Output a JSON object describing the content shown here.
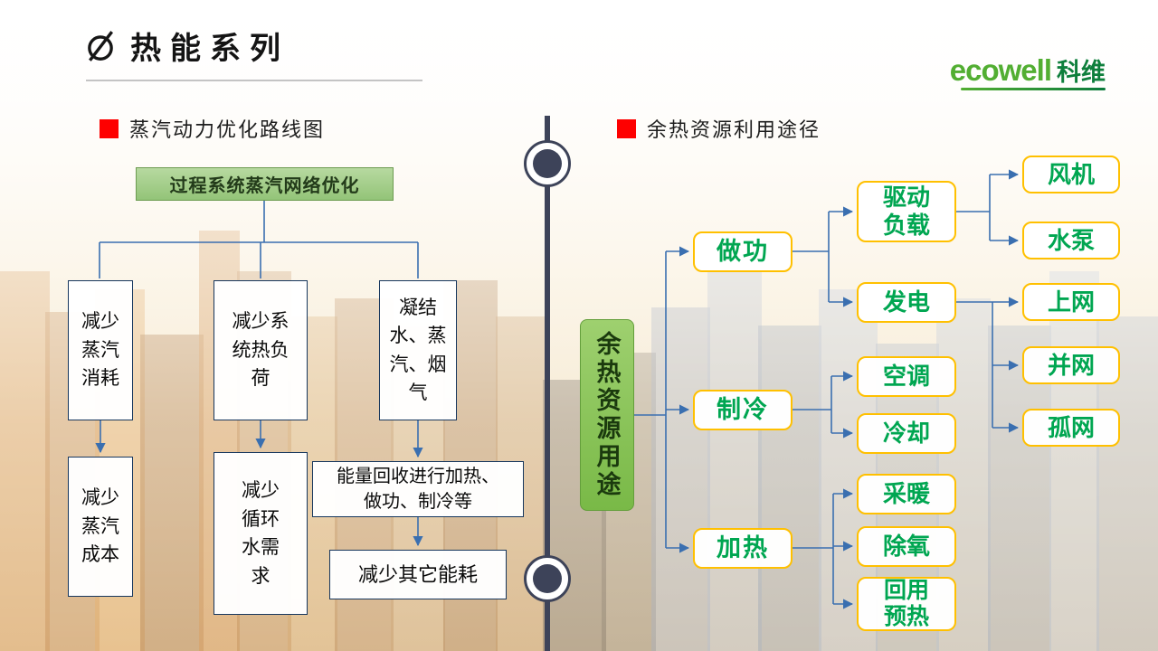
{
  "slide_title": "热能系列",
  "logo": {
    "brand": "ecowell",
    "company": "科维"
  },
  "left_panel": {
    "header": "蒸汽动力优化路线图",
    "root_box": "过程系统蒸汽网络优化",
    "branch_boxes": [
      "减少蒸汽消耗",
      "减少系统热负荷",
      "凝结水、蒸汽、烟气"
    ],
    "result_boxes": [
      "减少蒸汽成本",
      "减少循环水需求",
      "能量回收进行加热、做功、制冷等",
      "减少其它能耗"
    ]
  },
  "right_panel": {
    "header": "余热资源利用途径",
    "root_box": "余热资源用途",
    "level1": [
      "做功",
      "制冷",
      "加热"
    ],
    "level2": [
      "驱动负载",
      "发电",
      "空调",
      "冷却",
      "采暖",
      "除氧",
      "回用预热"
    ],
    "level3": [
      "风机",
      "水泵",
      "上网",
      "并网",
      "孤网"
    ]
  },
  "colors": {
    "accent_red": "#fe0000",
    "logo_green": "#52ae32",
    "root_box_green": "#8cc63f",
    "gold_border": "#ffc000",
    "green_text": "#00a651",
    "navy_timeline": "#3d4359",
    "connector_blue": "#3a6fb0"
  }
}
